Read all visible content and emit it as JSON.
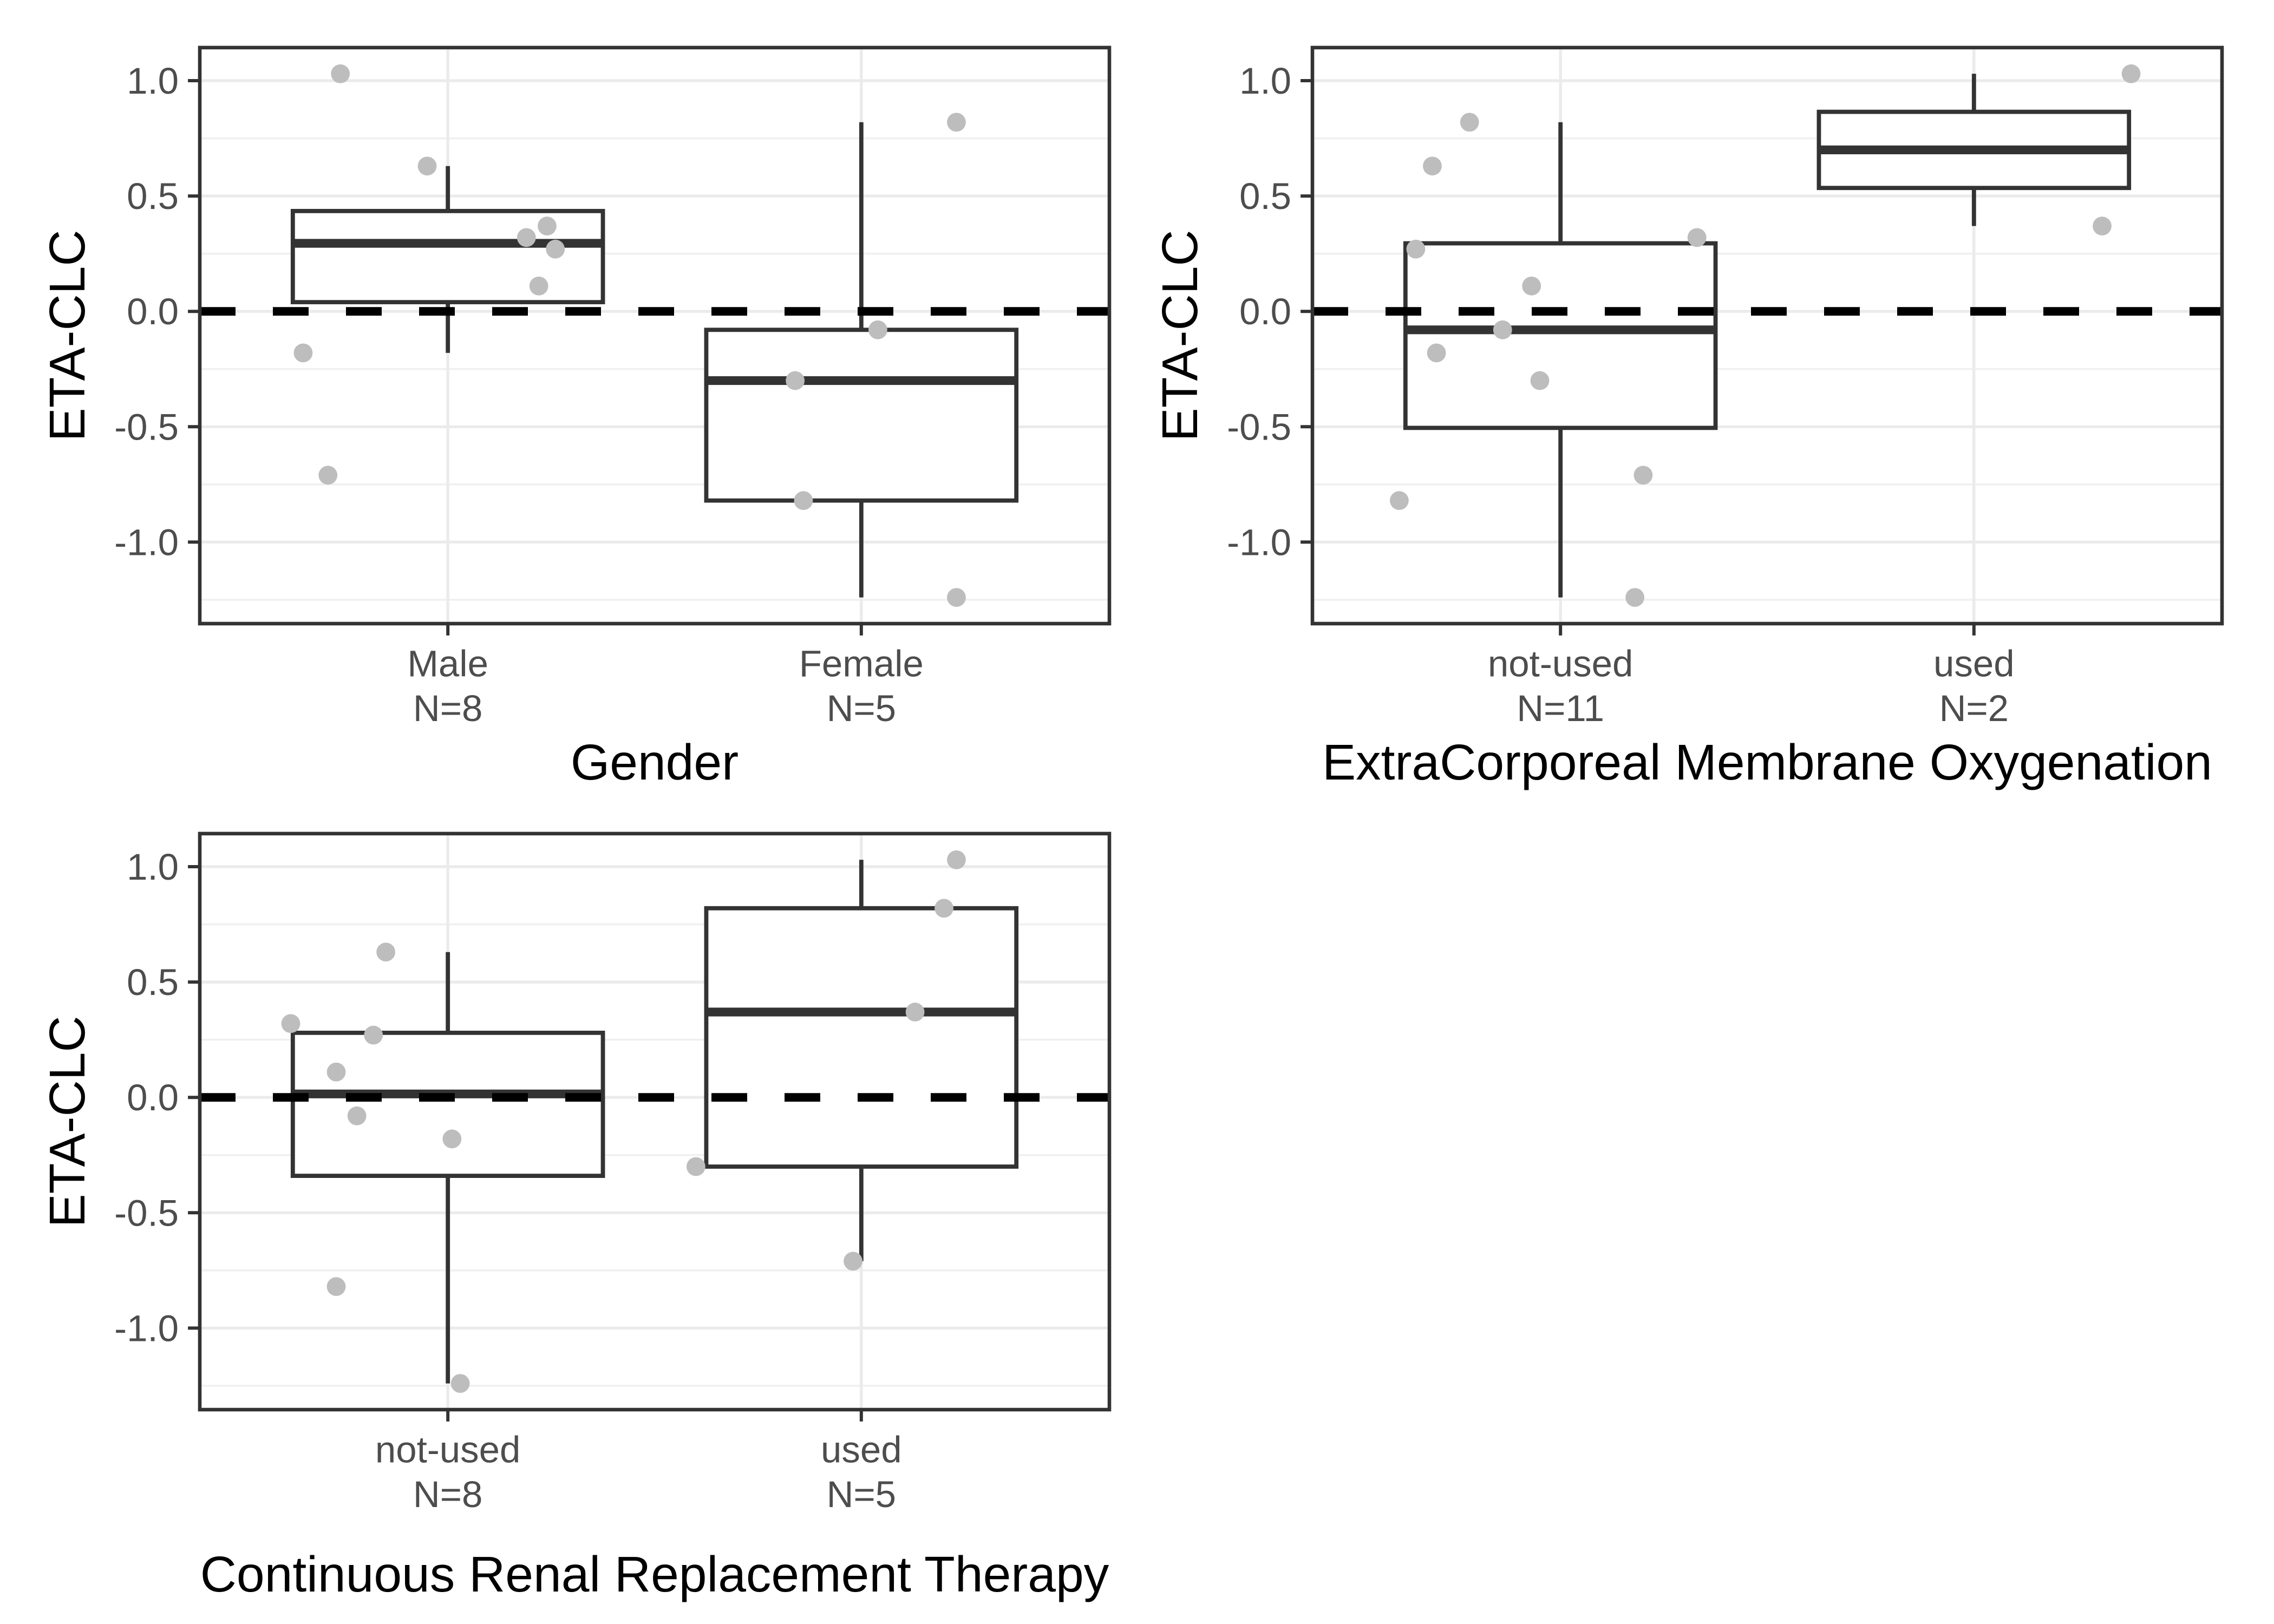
{
  "figure": {
    "background_color": "#ffffff",
    "y_axis": {
      "title": "ETA-CLC",
      "tick_labels": [
        "1.0",
        "0.5",
        "0.0",
        "-0.5",
        "-1.0"
      ],
      "tick_values": [
        1.0,
        0.5,
        0.0,
        -0.5,
        -1.0
      ],
      "minor_tick_values": [
        0.75,
        0.25,
        -0.25,
        -0.75,
        -1.25
      ],
      "range": [
        -1.3535,
        1.1435
      ]
    },
    "x_range": [
      0.4,
      2.6
    ],
    "style": {
      "box_line_color": "#333333",
      "median_line_color": "#333333",
      "point_color": "#bdbdbd",
      "grid_major_color": "#ebebeb",
      "grid_minor_color": "#f0f0f0",
      "reference_line_color": "#000000",
      "tick_text_color": "#4d4d4d",
      "axis_title_color": "#000000",
      "panel_border_color": "#333333",
      "tick_mark_color": "#333333"
    }
  },
  "chart_data": [
    {
      "type": "box",
      "xlabel": "Gender",
      "ylabel": "ETA-CLC",
      "reference_line_y": 0,
      "grid": true,
      "categories": [
        {
          "x": 1,
          "label": "Male",
          "n_label": "N=8",
          "box": {
            "q1": 0.04,
            "median": 0.295,
            "q3": 0.435,
            "whisker_low": -0.18,
            "whisker_high": 0.63
          }
        },
        {
          "x": 2,
          "label": "Female",
          "n_label": "N=5",
          "box": {
            "q1": -0.82,
            "median": -0.3,
            "q3": -0.08,
            "whisker_low": -1.24,
            "whisker_high": 0.82
          }
        }
      ],
      "points": [
        {
          "x": 0.74,
          "y": 1.03
        },
        {
          "x": 0.95,
          "y": 0.63
        },
        {
          "x": 1.24,
          "y": 0.37
        },
        {
          "x": 1.19,
          "y": 0.32
        },
        {
          "x": 1.26,
          "y": 0.27
        },
        {
          "x": 1.22,
          "y": 0.11
        },
        {
          "x": 0.65,
          "y": -0.18
        },
        {
          "x": 0.71,
          "y": -0.71
        },
        {
          "x": 2.23,
          "y": 0.82
        },
        {
          "x": 2.04,
          "y": -0.08
        },
        {
          "x": 1.84,
          "y": -0.3
        },
        {
          "x": 1.86,
          "y": -0.82
        },
        {
          "x": 2.23,
          "y": -1.24
        }
      ]
    },
    {
      "type": "box",
      "xlabel": "ExtraCorporeal Membrane Oxygenation",
      "ylabel": "ETA-CLC",
      "reference_line_y": 0,
      "grid": true,
      "categories": [
        {
          "x": 1,
          "label": "not-used",
          "n_label": "N=11",
          "box": {
            "q1": -0.505,
            "median": -0.08,
            "q3": 0.295,
            "whisker_low": -1.24,
            "whisker_high": 0.82
          }
        },
        {
          "x": 2,
          "label": "used",
          "n_label": "N=2",
          "box": {
            "q1": 0.535,
            "median": 0.7,
            "q3": 0.865,
            "whisker_low": 0.37,
            "whisker_high": 1.03
          }
        }
      ],
      "points": [
        {
          "x": 0.78,
          "y": 0.82
        },
        {
          "x": 0.69,
          "y": 0.63
        },
        {
          "x": 1.33,
          "y": 0.32
        },
        {
          "x": 0.65,
          "y": 0.27
        },
        {
          "x": 0.93,
          "y": 0.11
        },
        {
          "x": 0.86,
          "y": -0.08
        },
        {
          "x": 0.7,
          "y": -0.18
        },
        {
          "x": 0.95,
          "y": -0.3
        },
        {
          "x": 1.2,
          "y": -0.71
        },
        {
          "x": 0.61,
          "y": -0.82
        },
        {
          "x": 1.18,
          "y": -1.24
        },
        {
          "x": 2.38,
          "y": 1.03
        },
        {
          "x": 2.31,
          "y": 0.37
        }
      ]
    },
    {
      "type": "box",
      "xlabel": "Continuous Renal Replacement Therapy",
      "ylabel": "ETA-CLC",
      "reference_line_y": 0,
      "grid": true,
      "categories": [
        {
          "x": 1,
          "label": "not-used",
          "n_label": "N=8",
          "box": {
            "q1": -0.34,
            "median": 0.015,
            "q3": 0.28,
            "whisker_low": -1.24,
            "whisker_high": 0.63
          }
        },
        {
          "x": 2,
          "label": "used",
          "n_label": "N=5",
          "box": {
            "q1": -0.3,
            "median": 0.37,
            "q3": 0.82,
            "whisker_low": -0.71,
            "whisker_high": 1.03
          }
        }
      ],
      "points": [
        {
          "x": 0.85,
          "y": 0.63
        },
        {
          "x": 0.62,
          "y": 0.32
        },
        {
          "x": 0.82,
          "y": 0.27
        },
        {
          "x": 0.73,
          "y": 0.11
        },
        {
          "x": 0.78,
          "y": -0.08
        },
        {
          "x": 1.01,
          "y": -0.18
        },
        {
          "x": 0.73,
          "y": -0.82
        },
        {
          "x": 1.03,
          "y": -1.24
        },
        {
          "x": 2.23,
          "y": 1.03
        },
        {
          "x": 2.2,
          "y": 0.82
        },
        {
          "x": 2.13,
          "y": 0.37
        },
        {
          "x": 1.6,
          "y": -0.3
        },
        {
          "x": 1.98,
          "y": -0.71
        }
      ]
    }
  ]
}
